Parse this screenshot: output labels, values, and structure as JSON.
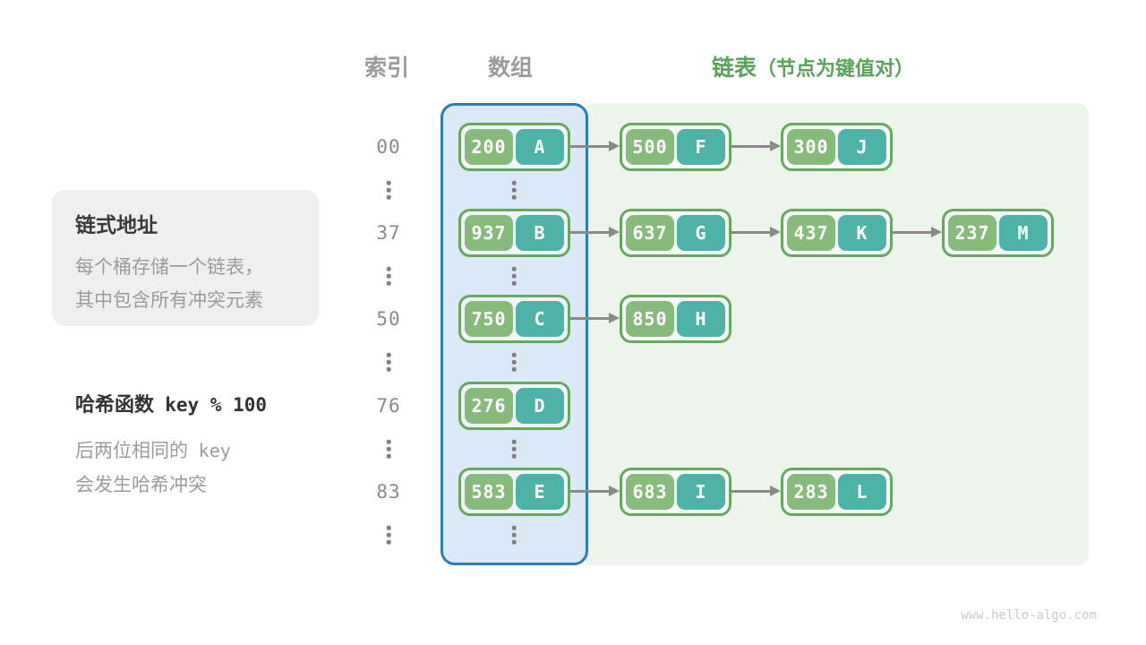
{
  "headers": {
    "index": "索引",
    "array": "数组",
    "list": "链表",
    "list_annotation": "（节点为键值对）"
  },
  "info_card": {
    "title": "链式地址",
    "lines": [
      "每个桶存储一个链表，",
      "其中包含所有冲突元素"
    ]
  },
  "hash_note": {
    "label": "哈希函数",
    "code": "key % 100",
    "line2_prefix": "后两位相同的",
    "line2_code": "key",
    "line3": "会发生哈希冲突"
  },
  "colors": {
    "key_bg": "#86bb7b",
    "value_bg": "#4db3a6",
    "node_border": "#67a861",
    "array_border": "#2b7db8",
    "array_fill": "#dbe9f6",
    "list_fill": "#ecf4eb",
    "arrow": "#8a8a8a",
    "header_green": "#5ba25b"
  },
  "diagram": {
    "rows": [
      {
        "index": "00",
        "entries": [
          {
            "key": "200",
            "value": "A"
          },
          {
            "key": "500",
            "value": "F"
          },
          {
            "key": "300",
            "value": "J"
          }
        ]
      },
      {
        "index": "37",
        "entries": [
          {
            "key": "937",
            "value": "B"
          },
          {
            "key": "637",
            "value": "G"
          },
          {
            "key": "437",
            "value": "K"
          },
          {
            "key": "237",
            "value": "M"
          }
        ]
      },
      {
        "index": "50",
        "entries": [
          {
            "key": "750",
            "value": "C"
          },
          {
            "key": "850",
            "value": "H"
          }
        ]
      },
      {
        "index": "76",
        "entries": [
          {
            "key": "276",
            "value": "D"
          }
        ]
      },
      {
        "index": "83",
        "entries": [
          {
            "key": "583",
            "value": "E"
          },
          {
            "key": "683",
            "value": "I"
          },
          {
            "key": "283",
            "value": "L"
          }
        ]
      }
    ]
  },
  "watermark": "www.hello-algo.com"
}
